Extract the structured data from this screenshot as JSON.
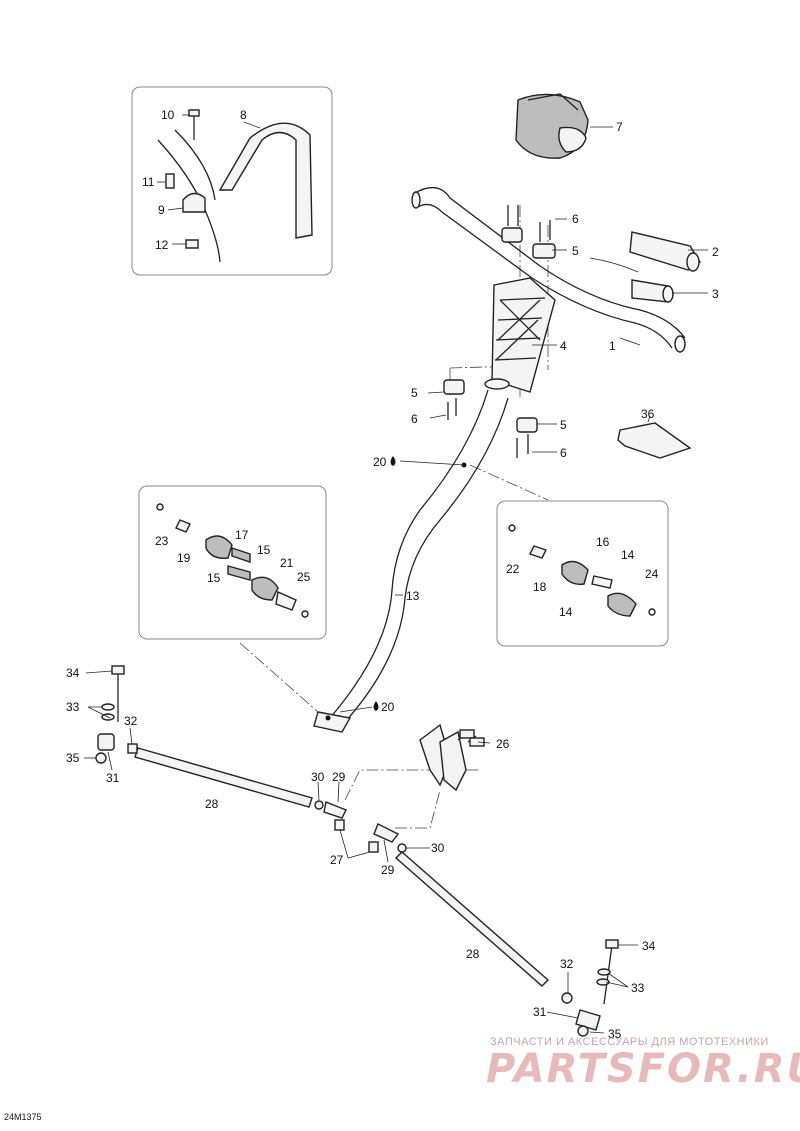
{
  "document_id": "24M1375",
  "watermark": {
    "line1": "ЗАПЧАСТИ И АКСЕССУАРЫ ДЛЯ МОТОТЕХНИКИ",
    "line2": "PARTSFOR.RU"
  },
  "callouts": {
    "c1": "1",
    "c2": "2",
    "c3": "3",
    "c4": "4",
    "c5a": "5",
    "c5b": "5",
    "c5c": "5",
    "c6a": "6",
    "c6b": "6",
    "c6c": "6",
    "c7": "7",
    "c8": "8",
    "c9": "9",
    "c10": "10",
    "c11": "11",
    "c12": "12",
    "c13": "13",
    "c14a": "14",
    "c14b": "14",
    "c15a": "15",
    "c15b": "15",
    "c16": "16",
    "c17": "17",
    "c18": "18",
    "c19": "19",
    "c20a": "20",
    "c20b": "20",
    "c21": "21",
    "c22": "22",
    "c23": "23",
    "c24": "24",
    "c25": "25",
    "c26": "26",
    "c27": "27",
    "c28a": "28",
    "c28b": "28",
    "c29a": "29",
    "c29b": "29",
    "c30a": "30",
    "c30b": "30",
    "c31a": "31",
    "c31b": "31",
    "c32a": "32",
    "c32b": "32",
    "c33a": "33",
    "c33b": "33",
    "c34a": "34",
    "c34b": "34",
    "c35a": "35",
    "c35b": "35",
    "c36": "36"
  }
}
